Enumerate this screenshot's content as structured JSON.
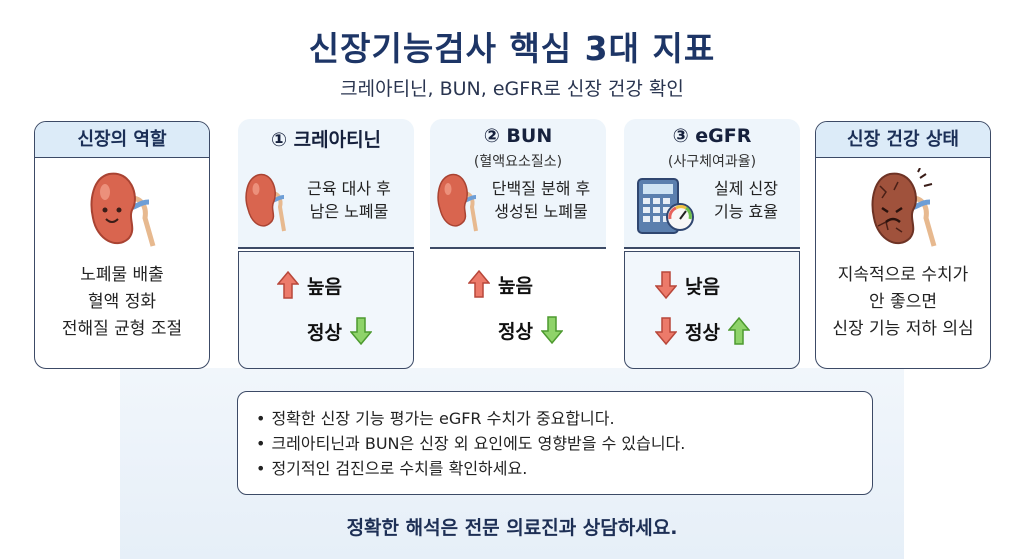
{
  "title": "신장기능검사 핵심 3대 지표",
  "subtitle": "크레아티닌, BUN, eGFR로 신장 건강 확인",
  "left_card": {
    "heading": "신장의 역할",
    "icon": "kidney-icon",
    "lines": [
      "노폐물 배출",
      "혈액 정화",
      "전해질 균형 조절"
    ]
  },
  "right_card": {
    "heading": "신장 건강 상태",
    "icon": "sick-kidney-icon",
    "lines": [
      "지속적으로 수치가",
      "안 좋으면",
      "신장 기능 저하 의심"
    ]
  },
  "indicators": [
    {
      "title": "① 크레아티닌",
      "subtitle": "",
      "icon": "kidney-icon",
      "desc": [
        "근육 대사 후",
        "남은 노폐물"
      ],
      "rows": [
        {
          "direction": "up",
          "color": "#e8625a",
          "label": "높음"
        },
        {
          "direction": "down",
          "color": "#6cbf4a",
          "label": "정상"
        }
      ]
    },
    {
      "title": "② BUN",
      "subtitle": "(혈액요소질소)",
      "icon": "kidney-icon",
      "desc": [
        "단백질 분해 후",
        "생성된 노폐물"
      ],
      "rows": [
        {
          "direction": "up",
          "color": "#e8625a",
          "label": "높음"
        },
        {
          "direction": "down",
          "color": "#6cbf4a",
          "label": "정상"
        }
      ]
    },
    {
      "title": "③ eGFR",
      "subtitle": "(사구체여과율)",
      "icon": "calculator-gauge-icon",
      "desc": [
        "실제 신장",
        "기능 효율"
      ],
      "rows": [
        {
          "direction": "down",
          "color": "#e8625a",
          "label": "낮음"
        },
        {
          "direction": "down",
          "color": "#e8625a",
          "label": "정상",
          "extra_arrow": {
            "direction": "up",
            "color": "#6cbf4a"
          }
        }
      ]
    }
  ],
  "notes": [
    "정확한 신장 기능 평가는 eGFR 수치가 중요합니다.",
    "크레아티닌과 BUN은 신장 외 요인에도 영향받을 수 있습니다.",
    "정기적인 검진으로 수치를 확인하세요."
  ],
  "footer": "정확한 해석은 전문 의료진과 상담하세요.",
  "colors": {
    "title": "#1d3566",
    "header_fill": "#dcebf8",
    "card_fill": "#eef5fb",
    "border": "#3c4a66",
    "arrow_red": "#e8625a",
    "arrow_green": "#6cbf4a",
    "kidney": "#d9654f"
  }
}
